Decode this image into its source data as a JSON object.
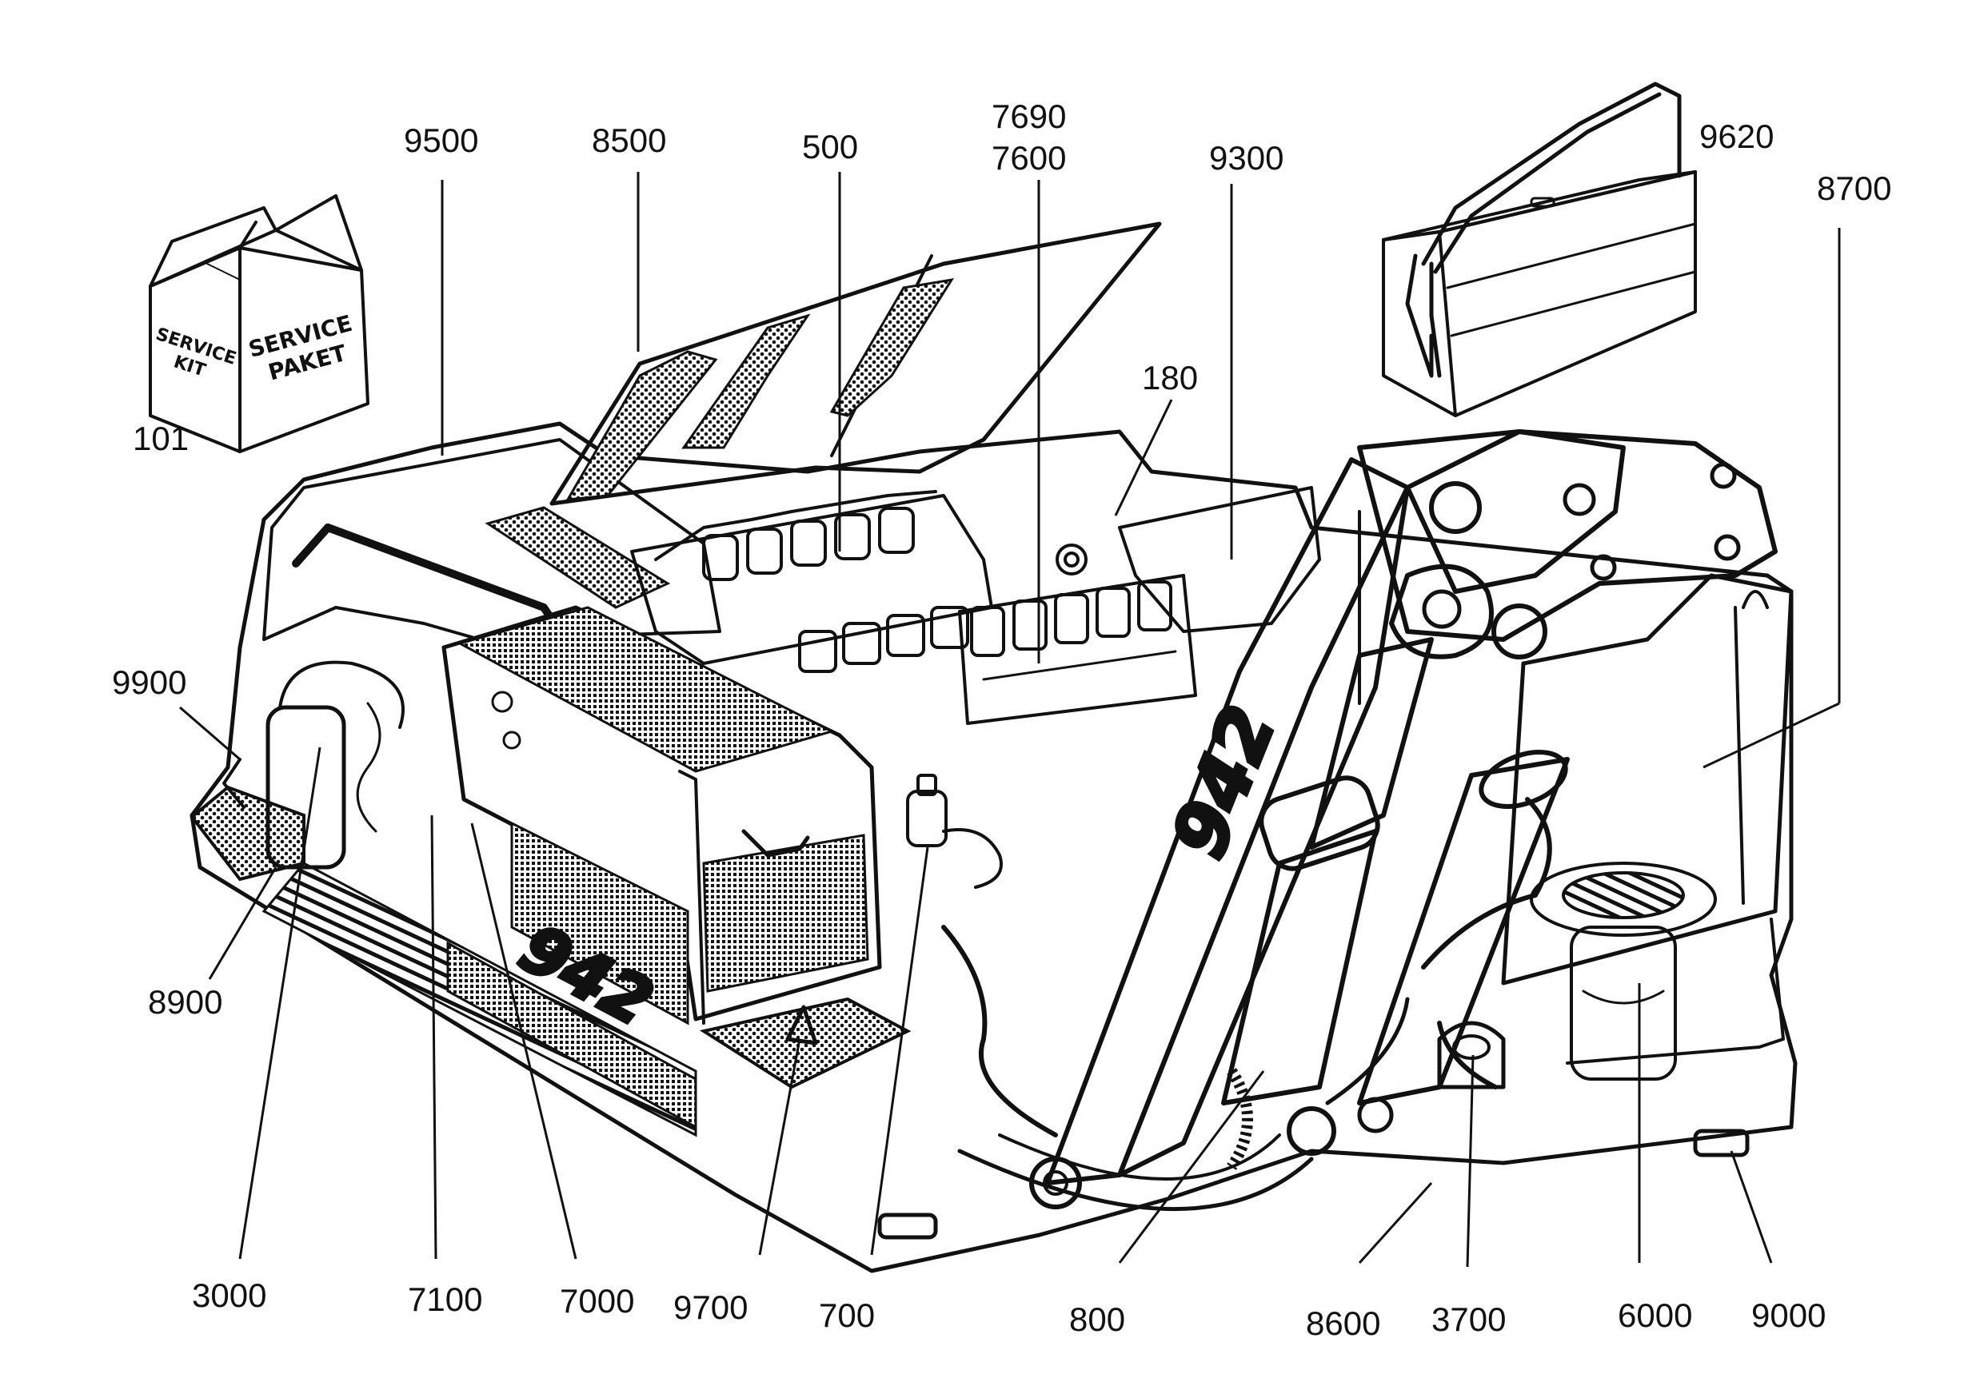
{
  "box_label_left": [
    "SERVICE",
    "KIT"
  ],
  "box_label_right": [
    "SERVICE",
    "PAKET"
  ],
  "model_number": "942",
  "callouts": [
    {
      "id": "101",
      "text": "101"
    },
    {
      "id": "9500",
      "text": "9500"
    },
    {
      "id": "8500",
      "text": "8500"
    },
    {
      "id": "500",
      "text": "500"
    },
    {
      "id": "7690",
      "text": "7690"
    },
    {
      "id": "7600",
      "text": "7600"
    },
    {
      "id": "9300",
      "text": "9300"
    },
    {
      "id": "180",
      "text": "180"
    },
    {
      "id": "9620",
      "text": "9620"
    },
    {
      "id": "8700",
      "text": "8700"
    },
    {
      "id": "9900",
      "text": "9900"
    },
    {
      "id": "8900",
      "text": "8900"
    },
    {
      "id": "3000",
      "text": "3000"
    },
    {
      "id": "7100",
      "text": "7100"
    },
    {
      "id": "7000",
      "text": "7000"
    },
    {
      "id": "9700",
      "text": "9700"
    },
    {
      "id": "700",
      "text": "700"
    },
    {
      "id": "800",
      "text": "800"
    },
    {
      "id": "8600",
      "text": "8600"
    },
    {
      "id": "3700",
      "text": "3700"
    },
    {
      "id": "6000",
      "text": "6000"
    },
    {
      "id": "9000",
      "text": "9000"
    }
  ]
}
